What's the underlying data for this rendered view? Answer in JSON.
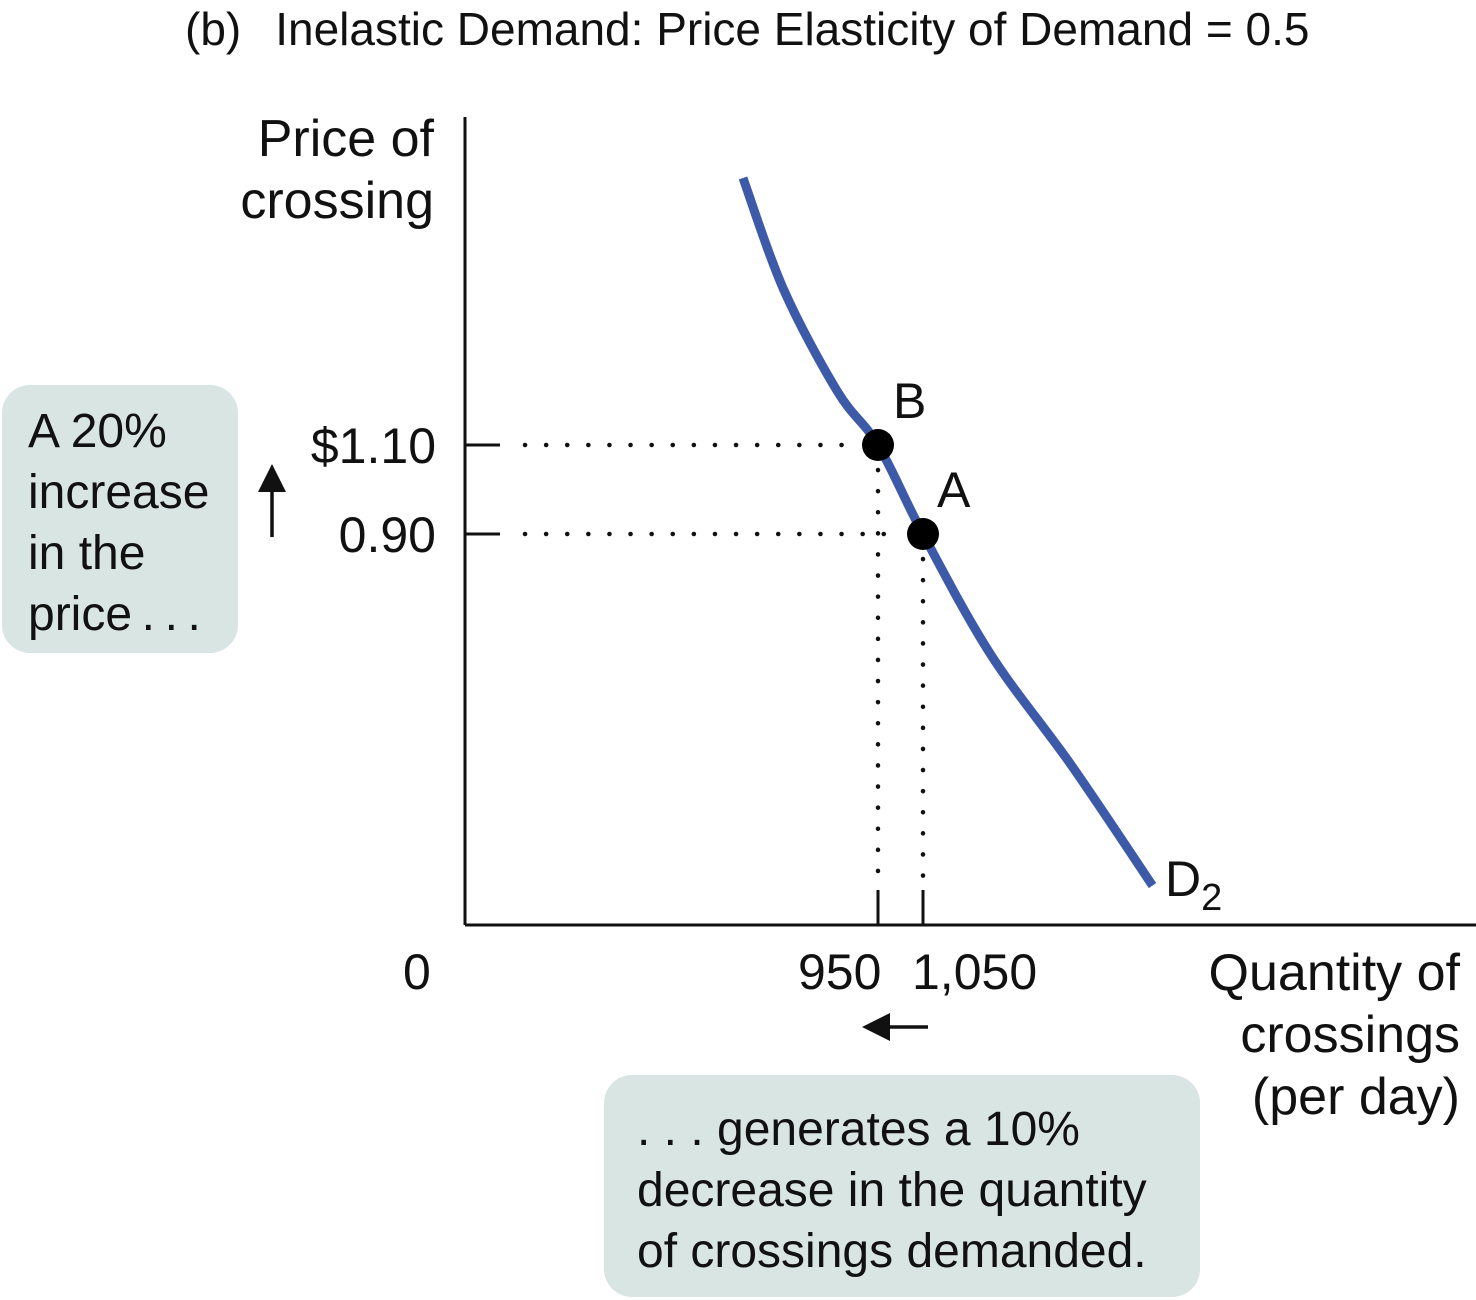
{
  "title": {
    "tag": "(b)",
    "text": "Inelastic Demand: Price Elasticity of Demand = 0.5"
  },
  "chart_data": {
    "type": "line",
    "xlabel": [
      "Quantity of",
      "crossings",
      "(per day)"
    ],
    "ylabel": [
      "Price of",
      "crossing"
    ],
    "origin_label": "0",
    "x_ticks": [
      {
        "value": 950,
        "label": "950"
      },
      {
        "value": 1050,
        "label": "1,050"
      }
    ],
    "y_ticks": [
      {
        "value": 1.1,
        "label": "$1.10"
      },
      {
        "value": 0.9,
        "label": "0.90"
      }
    ],
    "series": [
      {
        "name": "D",
        "subscript": "2",
        "color": "#3d5aa8",
        "points": [
          {
            "x": 650,
            "y": 1.7
          },
          {
            "x": 740,
            "y": 1.45
          },
          {
            "x": 860,
            "y": 1.22
          },
          {
            "x": 950,
            "y": 1.1
          },
          {
            "x": 1050,
            "y": 0.9
          },
          {
            "x": 1200,
            "y": 0.63
          },
          {
            "x": 1380,
            "y": 0.38
          },
          {
            "x": 1560,
            "y": 0.11
          }
        ]
      }
    ],
    "points": [
      {
        "label": "B",
        "x": 950,
        "y": 1.1
      },
      {
        "label": "A",
        "x": 1050,
        "y": 0.9
      }
    ]
  },
  "annotations": {
    "left_box": [
      "A 20%",
      "increase",
      "in the",
      "price . . ."
    ],
    "bottom_box": [
      ". . . generates a 10%",
      "decrease in the quantity",
      "of crossings demanded."
    ],
    "up_arrow": "↑",
    "left_arrow": "←"
  }
}
